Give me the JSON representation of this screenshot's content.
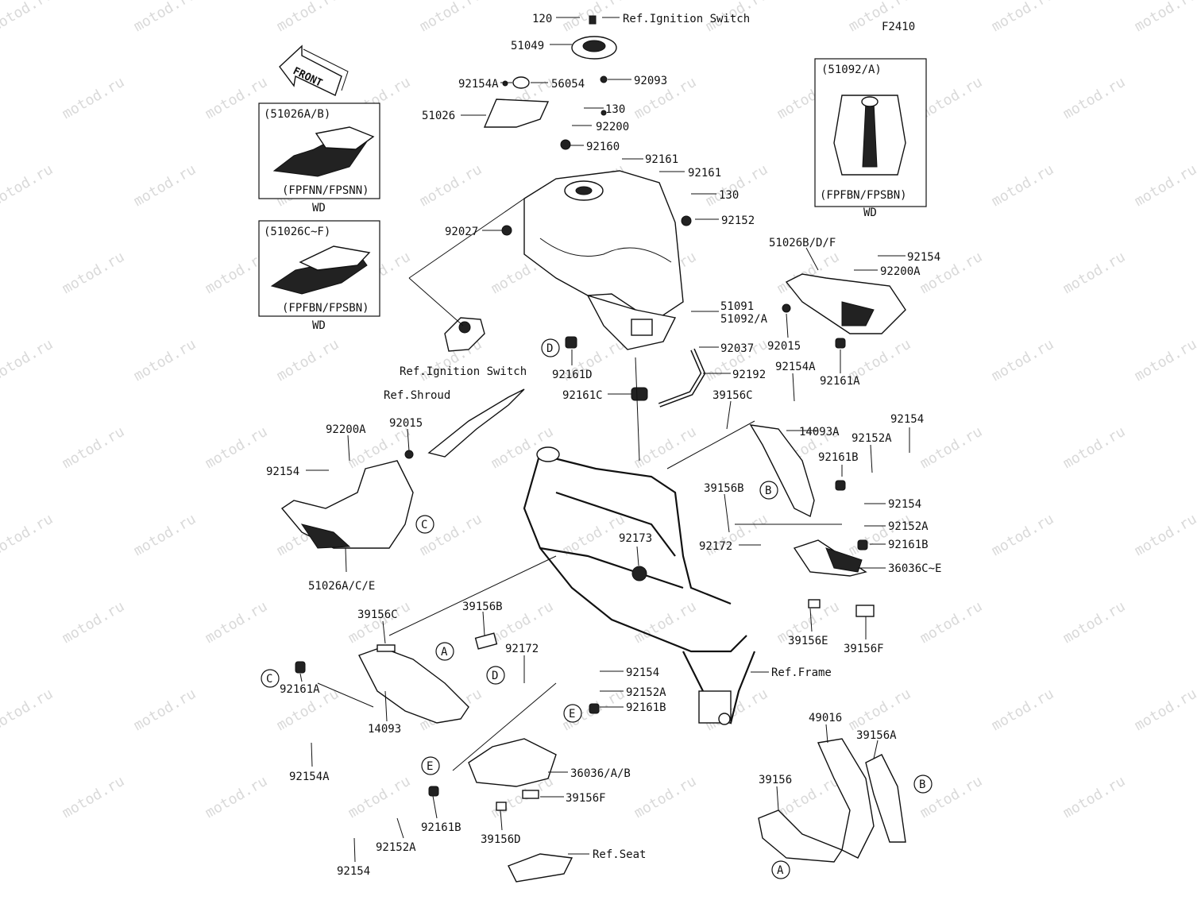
{
  "figure_code": "F2410",
  "front_arrow": "FRONT",
  "watermark": "motod.ru",
  "insets": [
    {
      "id": "inset-51026ab",
      "code": "(51026A/B)",
      "variant": "(FPFNN/FPSNN)",
      "note": "WD"
    },
    {
      "id": "inset-51026cf",
      "code": "(51026C~F)",
      "variant": "(FPFBN/FPSBN)",
      "note": "WD"
    },
    {
      "id": "inset-51092a",
      "code": "(51092/A)",
      "variant": "(FPFBN/FPSBN)",
      "note": "WD"
    }
  ],
  "callouts": [
    "A",
    "B",
    "C",
    "D",
    "E"
  ],
  "labels": [
    {
      "id": "p120",
      "text": "120"
    },
    {
      "id": "ref-ign-top",
      "text": "Ref.Ignition Switch"
    },
    {
      "id": "p51049",
      "text": "51049"
    },
    {
      "id": "p92154a-top",
      "text": "92154A"
    },
    {
      "id": "p56054",
      "text": "56054"
    },
    {
      "id": "p92093",
      "text": "92093"
    },
    {
      "id": "p51026",
      "text": "51026"
    },
    {
      "id": "p130-a",
      "text": "130"
    },
    {
      "id": "p92200",
      "text": "92200"
    },
    {
      "id": "p92160",
      "text": "92160"
    },
    {
      "id": "p92161-a",
      "text": "92161"
    },
    {
      "id": "p92161-b",
      "text": "92161"
    },
    {
      "id": "p130-b",
      "text": "130"
    },
    {
      "id": "p92152",
      "text": "92152"
    },
    {
      "id": "p92027",
      "text": "92027"
    },
    {
      "id": "p51026bdf",
      "text": "51026B/D/F"
    },
    {
      "id": "p92154-r1",
      "text": "92154"
    },
    {
      "id": "p92200a-r",
      "text": "92200A"
    },
    {
      "id": "p51091",
      "text": "51091"
    },
    {
      "id": "p51092a",
      "text": "51092/A"
    },
    {
      "id": "p92015-r",
      "text": "92015"
    },
    {
      "id": "p92161a-r",
      "text": "92161A"
    },
    {
      "id": "p92037",
      "text": "92037"
    },
    {
      "id": "p92161d",
      "text": "92161D"
    },
    {
      "id": "ref-ign-bot",
      "text": "Ref.Ignition Switch"
    },
    {
      "id": "p92192",
      "text": "92192"
    },
    {
      "id": "p92154a-mid",
      "text": "92154A"
    },
    {
      "id": "p92161c",
      "text": "92161C"
    },
    {
      "id": "ref-shroud",
      "text": "Ref.Shroud"
    },
    {
      "id": "p39156c-r",
      "text": "39156C"
    },
    {
      "id": "p14093a",
      "text": "14093A"
    },
    {
      "id": "p92154-r2",
      "text": "92154"
    },
    {
      "id": "p92200a-l",
      "text": "92200A"
    },
    {
      "id": "p92015-l",
      "text": "92015"
    },
    {
      "id": "p92152a-r1",
      "text": "92152A"
    },
    {
      "id": "p92161b-r1",
      "text": "92161B"
    },
    {
      "id": "p92154-l",
      "text": "92154"
    },
    {
      "id": "p39156b-r",
      "text": "39156B"
    },
    {
      "id": "p92154-r3",
      "text": "92154"
    },
    {
      "id": "p92152a-r2",
      "text": "92152A"
    },
    {
      "id": "p92173",
      "text": "92173"
    },
    {
      "id": "p92172-r",
      "text": "92172"
    },
    {
      "id": "p92161b-r2",
      "text": "92161B"
    },
    {
      "id": "p36036ce",
      "text": "36036C~E"
    },
    {
      "id": "p51026ace",
      "text": "51026A/C/E"
    },
    {
      "id": "p39156c-l",
      "text": "39156C"
    },
    {
      "id": "p39156b-l",
      "text": "39156B"
    },
    {
      "id": "p39156e",
      "text": "39156E"
    },
    {
      "id": "p39156f-r",
      "text": "39156F"
    },
    {
      "id": "p92172-l",
      "text": "92172"
    },
    {
      "id": "p92154-c",
      "text": "92154"
    },
    {
      "id": "ref-frame",
      "text": "Ref.Frame"
    },
    {
      "id": "p92152a-c",
      "text": "92152A"
    },
    {
      "id": "p92161b-c",
      "text": "92161B"
    },
    {
      "id": "p92161a-l",
      "text": "92161A"
    },
    {
      "id": "p14093",
      "text": "14093"
    },
    {
      "id": "p49016",
      "text": "49016"
    },
    {
      "id": "p39156a",
      "text": "39156A"
    },
    {
      "id": "p92154a-l",
      "text": "92154A"
    },
    {
      "id": "p36036ab",
      "text": "36036/A/B"
    },
    {
      "id": "p39156",
      "text": "39156"
    },
    {
      "id": "p39156f-c",
      "text": "39156F"
    },
    {
      "id": "p92161b-b",
      "text": "92161B"
    },
    {
      "id": "p92152a-b",
      "text": "92152A"
    },
    {
      "id": "p39156d",
      "text": "39156D"
    },
    {
      "id": "ref-seat",
      "text": "Ref.Seat"
    },
    {
      "id": "p92154-b",
      "text": "92154"
    }
  ]
}
